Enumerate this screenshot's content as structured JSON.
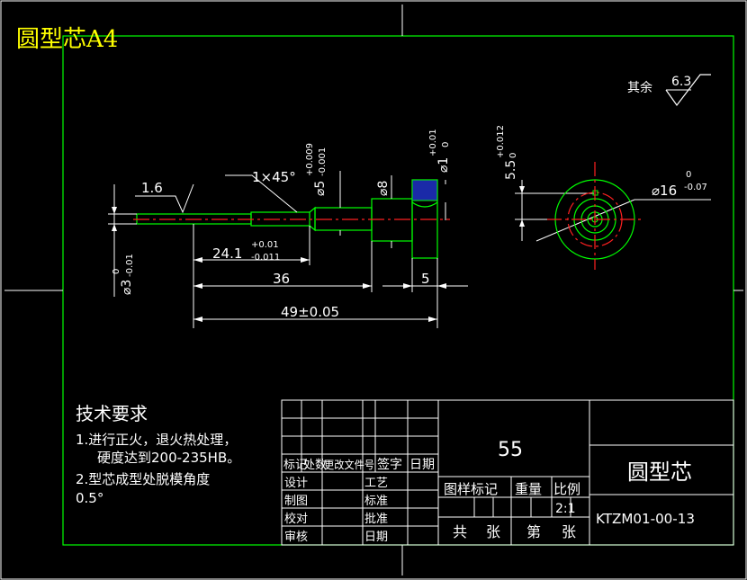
{
  "header": {
    "title": "圆型芯A4"
  },
  "roughness": {
    "label": "其余",
    "value": "6.3"
  },
  "dimensions": {
    "chamfer": "1×45°",
    "roughness_local": "1.6",
    "dia3": "⌀3",
    "dia3_up": "0",
    "dia3_low": "-0.01",
    "dia5": "⌀5",
    "dia5_up": "+0.009",
    "dia5_low": "-0.001",
    "dia8": "⌀8",
    "dia1": "⌀1",
    "dia1_up": "+0.01",
    "dia1_low": "0",
    "len24": "24.1",
    "len24_up": "+0.01",
    "len24_low": "-0.011",
    "len36": "36",
    "len5": "5",
    "len49": "49±0.05",
    "h55": "5.5",
    "h55_up": "+0.012",
    "h55_low": "0",
    "dia16": "⌀16",
    "dia16_up": "0",
    "dia16_low": "-0.07"
  },
  "tech": {
    "title": "技术要求",
    "lines": [
      "1.进行正火，退火热处理，",
      "硬度达到200-235HB。",
      "2.型芯成型处脱模角度",
      "0.5°"
    ]
  },
  "titleblock": {
    "headers": [
      "标记",
      "处数",
      "更改文件号",
      "签字",
      "日期"
    ],
    "rows_left": [
      "设计",
      "制图",
      "校对",
      "审核"
    ],
    "rows_right": [
      "工艺",
      "标准",
      "批准",
      "日期"
    ],
    "material": "55",
    "labels": [
      "图样标记",
      "重量",
      "比例"
    ],
    "scale": "2:1",
    "sheet": [
      "共",
      "张",
      "第",
      "张"
    ],
    "part_name": "圆型芯",
    "drawing_no": "KTZM01-00-13"
  }
}
